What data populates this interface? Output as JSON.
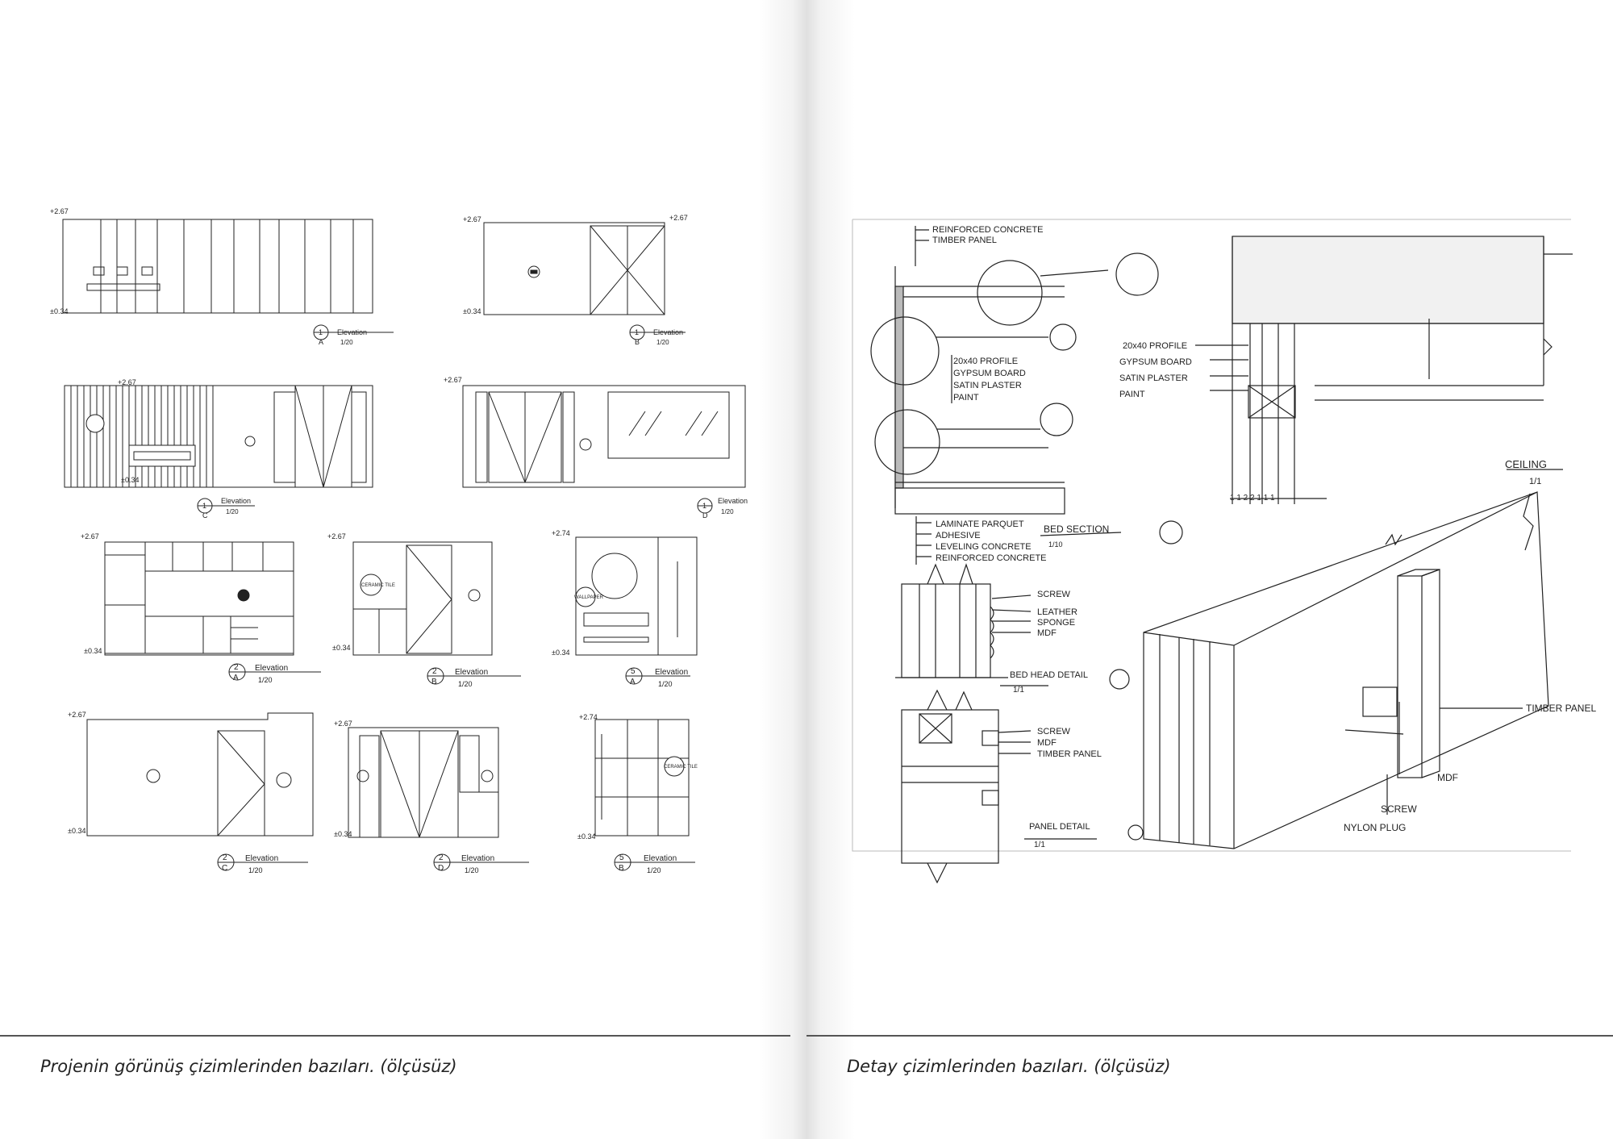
{
  "left_page": {
    "caption": "Projenin görünüş çizimlerinden bazıları. (ölçüsüz)",
    "elevations": [
      {
        "num": "1",
        "letter": "A",
        "title": "Elevation",
        "scale": "1/20"
      },
      {
        "num": "1",
        "letter": "B",
        "title": "Elevation",
        "scale": "1/20"
      },
      {
        "num": "1",
        "letter": "C",
        "title": "Elevation",
        "scale": "1/20"
      },
      {
        "num": "1",
        "letter": "D",
        "title": "Elevation",
        "scale": "1/20"
      },
      {
        "num": "2",
        "letter": "A",
        "title": "Elevation",
        "scale": "1/20"
      },
      {
        "num": "2",
        "letter": "B",
        "title": "Elevation",
        "scale": "1/20"
      },
      {
        "num": "5",
        "letter": "A",
        "title": "Elevation",
        "scale": "1/20"
      },
      {
        "num": "2",
        "letter": "C",
        "title": "Elevation",
        "scale": "1/20"
      },
      {
        "num": "2",
        "letter": "D",
        "title": "Elevation",
        "scale": "1/20"
      },
      {
        "num": "5",
        "letter": "B",
        "title": "Elevation",
        "scale": "1/20"
      }
    ],
    "levels": {
      "top": "+2.67",
      "bottom": "±0.34",
      "top_alt": "+2.74"
    },
    "material_tags": {
      "ceramic": "CERAMIC TILE",
      "wallpaper": "WALLPAPER"
    }
  },
  "right_page": {
    "caption": "Detay çizimlerinden bazıları. (ölçüsüz)",
    "floor_labels_top": [
      "REINFORCED CONCRETE",
      "TIMBER PANEL"
    ],
    "wall_labels": [
      "20x40 PROFILE",
      "GYPSUM BOARD",
      "SATIN PLASTER",
      "PAINT"
    ],
    "floor_labels_bottom": [
      "LAMINATE PARQUET",
      "ADHESIVE",
      "LEVELING CONCRETE",
      "REINFORCED CONCRETE"
    ],
    "ceiling_labels": [
      "20x40 PROFILE",
      "GYPSUM BOARD",
      "SATIN PLASTER",
      "PAINT"
    ],
    "ceiling_title": "CEILING",
    "ceiling_scale": "1/1",
    "bed_section_title": "BED SECTION",
    "bed_section_scale": "1/10",
    "bed_head_labels": [
      "SCREW",
      "LEATHER",
      "SPONGE",
      "MDF"
    ],
    "bed_head_title": "BED HEAD DETAIL",
    "bed_head_scale": "1/1",
    "panel_labels": [
      "SCREW",
      "MDF",
      "TIMBER PANEL"
    ],
    "panel_title": "PANEL DETAIL",
    "panel_scale": "1/1",
    "iso_labels": [
      "TIMBER PANEL",
      "MDF",
      "SCREW",
      "NYLON PLUG"
    ]
  }
}
